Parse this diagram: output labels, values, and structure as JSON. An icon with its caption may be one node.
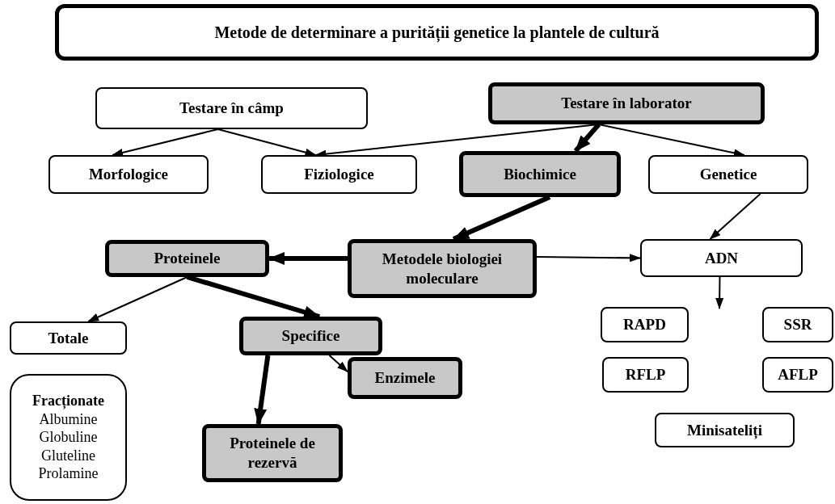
{
  "diagram": {
    "nodes": [
      {
        "text": [
          "Metode de determinare a purității genetice la plantele de cultură"
        ]
      },
      {
        "text": [
          "Testare în câmp"
        ]
      },
      {
        "text": [
          "Testare în laborator"
        ]
      },
      {
        "text": [
          "Morfologice"
        ]
      },
      {
        "text": [
          "Fiziologice"
        ]
      },
      {
        "text": [
          "Biochimice"
        ]
      },
      {
        "text": [
          "Genetice"
        ]
      },
      {
        "text": [
          "Proteinele"
        ]
      },
      {
        "text": [
          "Metodele biologiei moleculare"
        ]
      },
      {
        "text": [
          "ADN"
        ]
      },
      {
        "text": [
          "Totale"
        ]
      },
      {
        "text": [
          "Specifice"
        ]
      },
      {
        "text": [
          "Enzimele"
        ]
      },
      {
        "text": [
          "Proteinele de rezervă"
        ]
      },
      {
        "text": [
          "Fracționate",
          "Albumine",
          "Globuline",
          "Gluteline",
          "Prolamine"
        ]
      },
      {
        "text": [
          "RAPD"
        ]
      },
      {
        "text": [
          "SSR"
        ]
      },
      {
        "text": [
          "RFLP"
        ]
      },
      {
        "text": [
          "AFLP"
        ]
      },
      {
        "text": [
          "Minisateliți"
        ]
      }
    ],
    "edges": [
      {
        "from": 1,
        "to": 3,
        "arrow": "to"
      },
      {
        "from": 1,
        "to": 4,
        "arrow": "to"
      },
      {
        "from": 2,
        "to": 4,
        "arrow": "to"
      },
      {
        "from": 2,
        "to": 5,
        "arrow": "to",
        "style": "thick"
      },
      {
        "from": 2,
        "to": 6,
        "arrow": "to"
      },
      {
        "from": 5,
        "to": 8,
        "arrow": "to",
        "style": "thick"
      },
      {
        "from": 6,
        "to": 9,
        "arrow": "to"
      },
      {
        "from": 8,
        "to": 7,
        "arrow": "to",
        "style": "thick"
      },
      {
        "from": 8,
        "to": 9,
        "arrow": "to"
      },
      {
        "from": 7,
        "to": 10,
        "arrow": "to"
      },
      {
        "from": 7,
        "to": 11,
        "arrow": "to",
        "style": "thick"
      },
      {
        "from": 11,
        "to": 12,
        "arrow": "to"
      },
      {
        "from": 11,
        "to": 13,
        "arrow": "to",
        "style": "thick"
      },
      {
        "from": 9,
        "to": null,
        "arrow": "to"
      }
    ]
  }
}
